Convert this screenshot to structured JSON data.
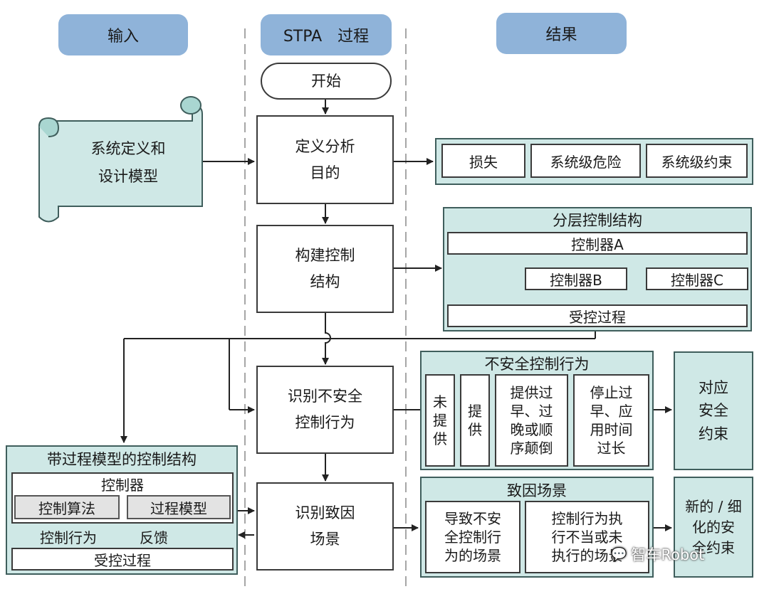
{
  "headers": {
    "input": "输入",
    "process": "STPA　过程",
    "result": "结果"
  },
  "start": "开始",
  "scroll_label": "系统定义和\n设计模型",
  "steps": {
    "define": "定义分析\n目的",
    "build": "构建控制\n结构",
    "uca": "识别不安全\n控制行为",
    "scenario": "识别致因\n场景"
  },
  "loss_items": [
    "损失",
    "系统级危险",
    "系统级约束"
  ],
  "hier": {
    "title": "分层控制结构",
    "controller_a": "控制器A",
    "controller_b": "控制器B",
    "controller_c": "控制器C",
    "controlled": "受控过程"
  },
  "uca_panel": {
    "title": "不安全控制行为",
    "items": [
      "未\n提\n供",
      "提\n供",
      "提供过\n早、过\n晚或顺\n序颠倒",
      "停止过\n早、应\n用时间\n过长"
    ]
  },
  "constraint": "对应\n安全\n约束",
  "cause_panel": {
    "title": "致因场景",
    "items": [
      "导致不安\n全控制行\n为的场景",
      "控制行为执\n行不当或未\n执行的场景"
    ]
  },
  "new_constraint": "新的 / 细\n化的安\n全约束",
  "model_panel": {
    "title": "带过程模型的控制结构",
    "controller": "控制器",
    "algorithm": "控制算法",
    "process_model": "过程模型",
    "action": "控制行为",
    "feedback": "反馈",
    "controlled": "受控过程"
  },
  "watermark": "智车Robot"
}
